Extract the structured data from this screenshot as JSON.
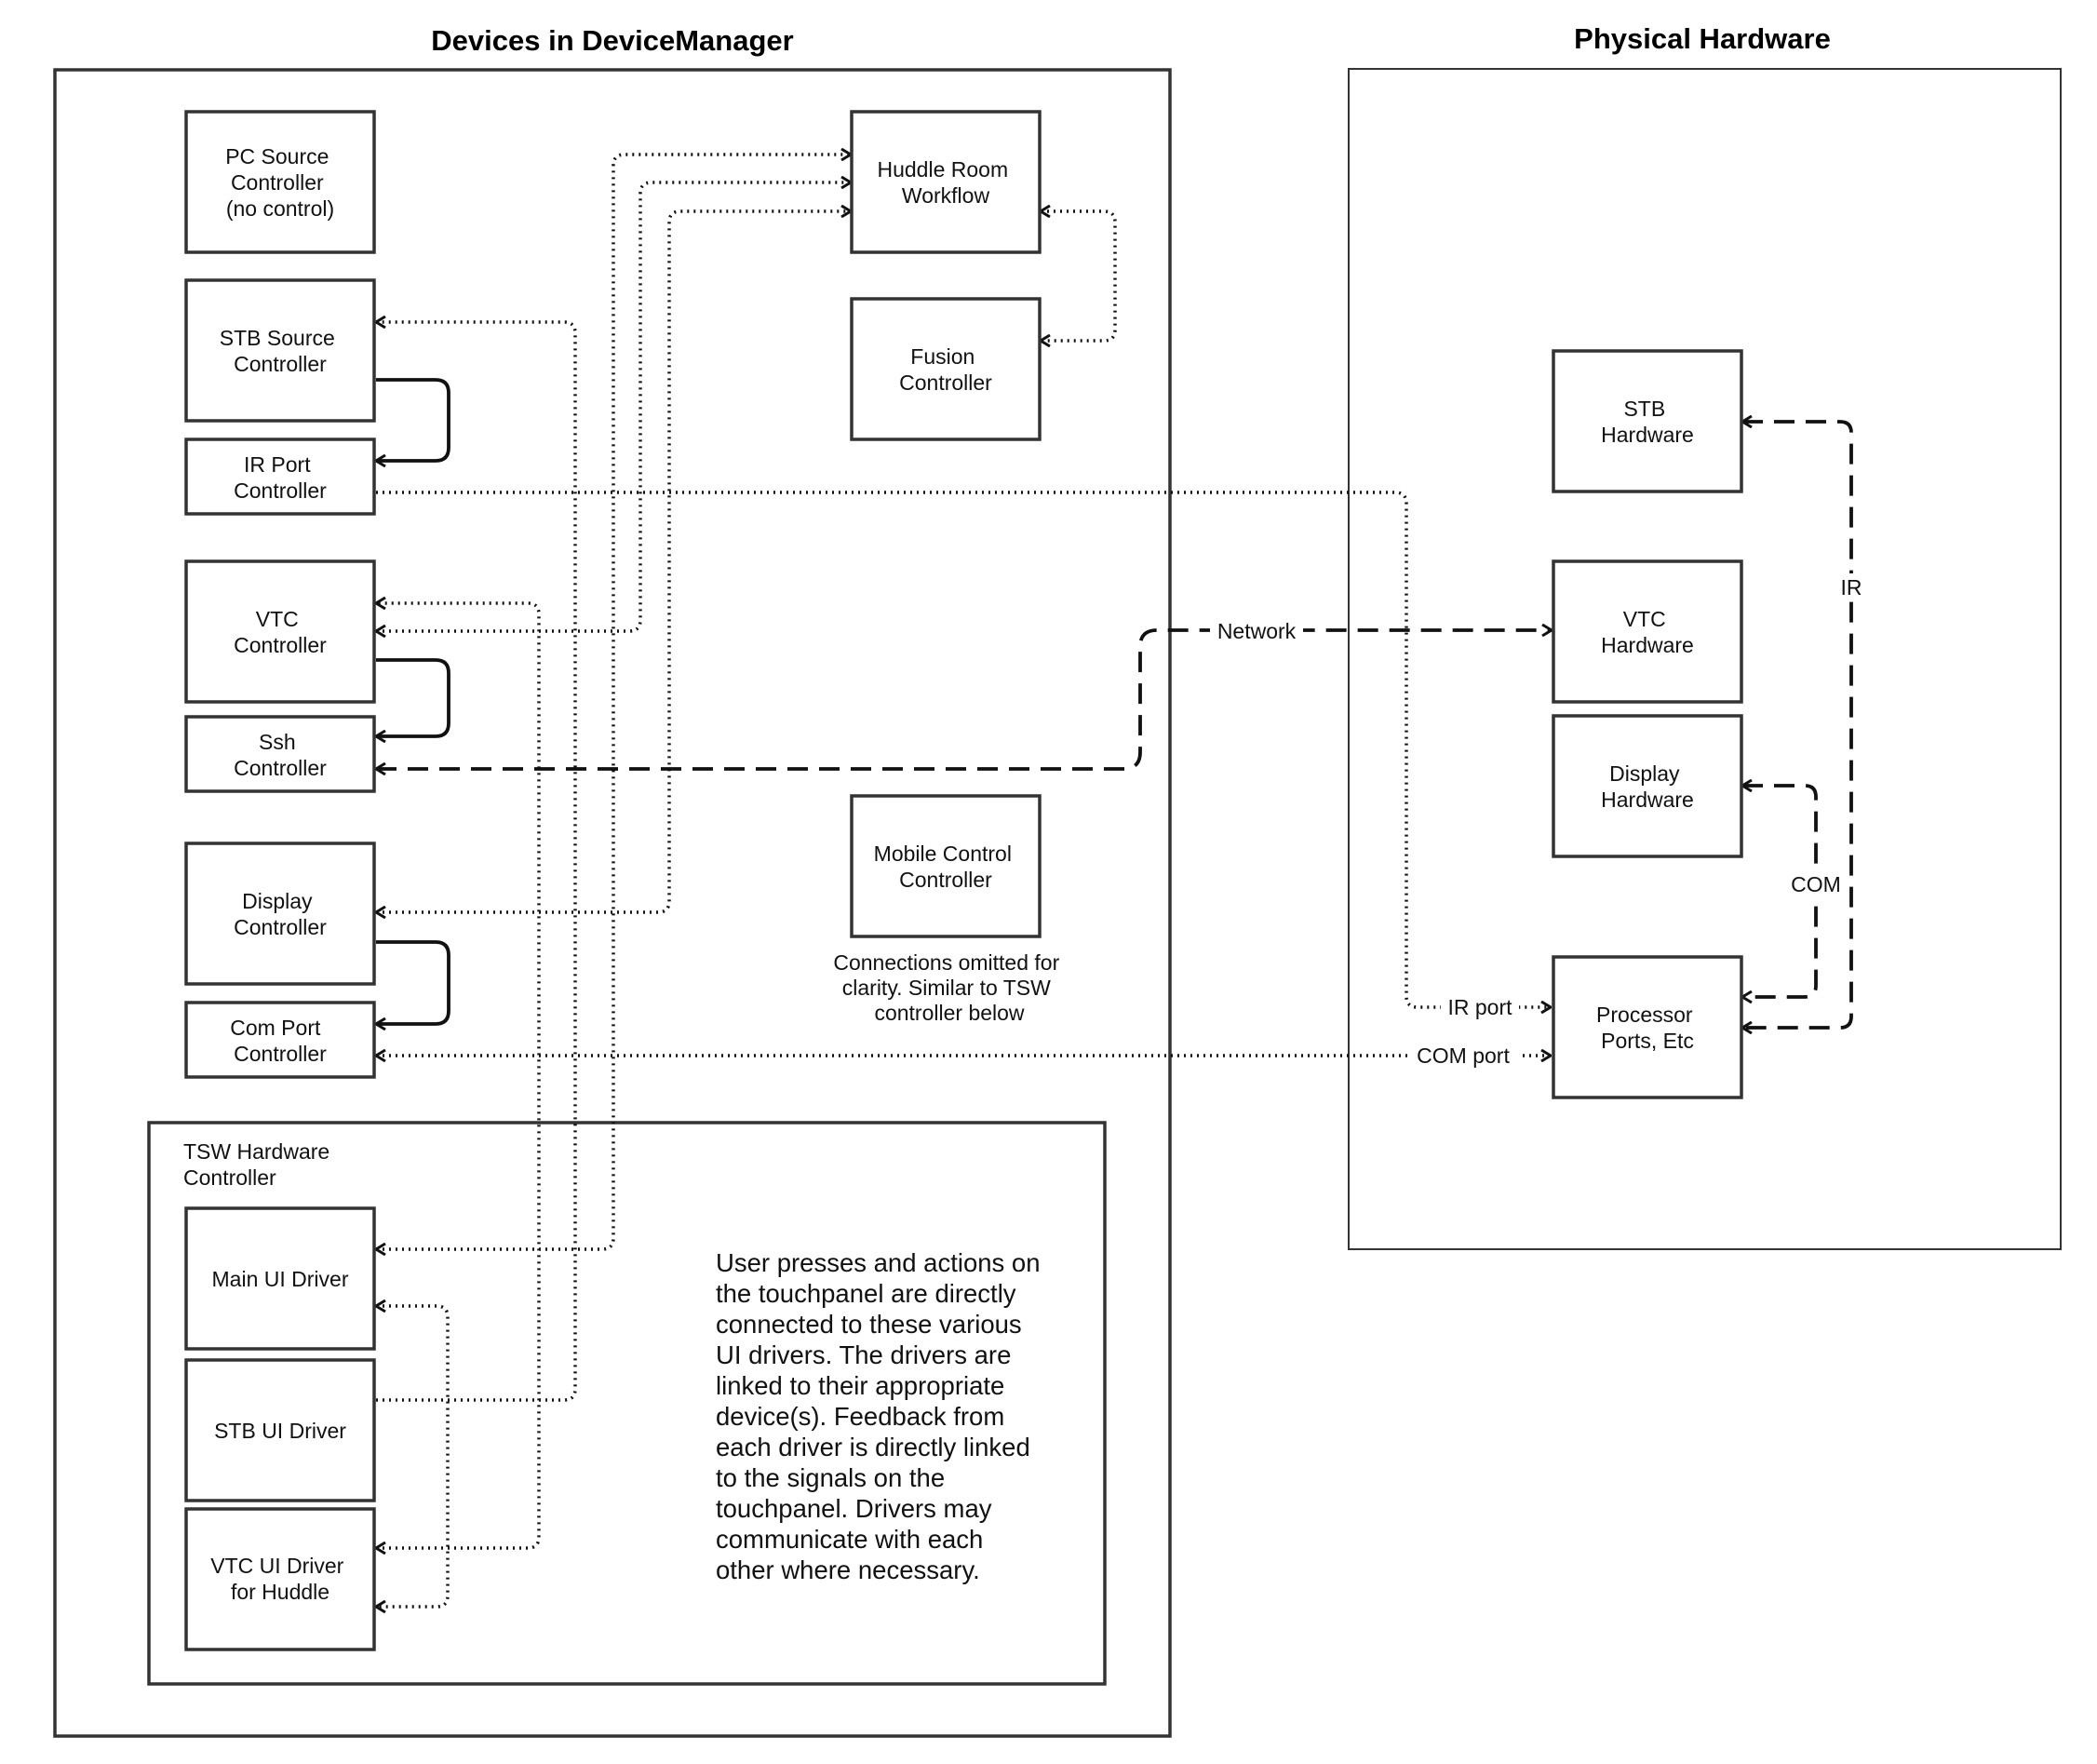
{
  "titles": {
    "left": "Devices in DeviceManager",
    "right": "Physical Hardware"
  },
  "devices": {
    "pc_source": [
      "PC Source",
      "Controller",
      "(no control)"
    ],
    "stb_source": [
      "STB Source",
      "Controller"
    ],
    "ir_port": [
      "IR Port",
      "Controller"
    ],
    "vtc": [
      "VTC",
      "Controller"
    ],
    "ssh": [
      "Ssh",
      "Controller"
    ],
    "display": [
      "Display",
      "Controller"
    ],
    "com_port": [
      "Com Port",
      "Controller"
    ],
    "huddle": [
      "Huddle Room",
      "Workflow"
    ],
    "fusion": [
      "Fusion",
      "Controller"
    ],
    "mobile": [
      "Mobile Control",
      "Controller"
    ],
    "mobile_note": [
      "Connections omitted for",
      "clarity. Similar to TSW",
      "controller below"
    ]
  },
  "tsw": {
    "label": [
      "TSW Hardware",
      "Controller"
    ],
    "main_ui": "Main UI Driver",
    "stb_ui": "STB UI Driver",
    "vtc_ui": [
      "VTC UI Driver",
      "for Huddle"
    ],
    "note": [
      "User presses and actions on",
      "the touchpanel are directly",
      "connected to these various",
      "UI drivers.  The drivers are",
      "linked to their appropriate",
      "device(s). Feedback from",
      "each driver is directly linked",
      "to the signals on the",
      "touchpanel. Drivers may",
      "communicate with each",
      "other where necessary."
    ]
  },
  "hardware": {
    "stb": [
      "STB",
      "Hardware"
    ],
    "vtc": [
      "VTC",
      "Hardware"
    ],
    "display": [
      "Display",
      "Hardware"
    ],
    "processor": [
      "Processor",
      "Ports, Etc"
    ]
  },
  "connection_labels": {
    "network": "Network",
    "ir": "IR",
    "com": "COM",
    "ir_port": "IR port",
    "com_port": "COM port"
  }
}
